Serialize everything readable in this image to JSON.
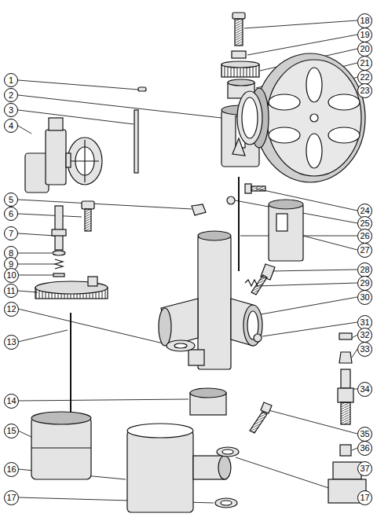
{
  "diagram": {
    "nodes": [
      {
        "text": [
          "1"
        ]
      },
      {
        "text": [
          "2"
        ]
      },
      {
        "text": [
          "3"
        ]
      },
      {
        "text": [
          "4"
        ]
      },
      {
        "text": [
          "5"
        ]
      },
      {
        "text": [
          "6"
        ]
      },
      {
        "text": [
          "7"
        ]
      },
      {
        "text": [
          "8"
        ]
      },
      {
        "text": [
          "9"
        ]
      },
      {
        "text": [
          "10"
        ]
      },
      {
        "text": [
          "11"
        ]
      },
      {
        "text": [
          "12"
        ]
      },
      {
        "text": [
          "13"
        ]
      },
      {
        "text": [
          "14"
        ]
      },
      {
        "text": [
          "15"
        ]
      },
      {
        "text": [
          "16"
        ]
      },
      {
        "text": [
          "17"
        ]
      },
      {
        "text": [
          "18"
        ]
      },
      {
        "text": [
          "19"
        ]
      },
      {
        "text": [
          "20"
        ]
      },
      {
        "text": [
          "21"
        ]
      },
      {
        "text": [
          "22"
        ]
      },
      {
        "text": [
          "23"
        ]
      },
      {
        "text": [
          "24"
        ]
      },
      {
        "text": [
          "25"
        ]
      },
      {
        "text": [
          "26"
        ]
      },
      {
        "text": [
          "27"
        ]
      },
      {
        "text": [
          "28"
        ]
      },
      {
        "text": [
          "29"
        ]
      },
      {
        "text": [
          "30"
        ]
      },
      {
        "text": [
          "31"
        ]
      },
      {
        "text": [
          "32"
        ]
      },
      {
        "text": [
          "33"
        ]
      },
      {
        "text": [
          "34"
        ]
      },
      {
        "text": [
          "35"
        ]
      },
      {
        "text": [
          "36"
        ]
      },
      {
        "text": [
          "37"
        ]
      },
      {
        "text": [
          "17"
        ]
      }
    ]
  }
}
